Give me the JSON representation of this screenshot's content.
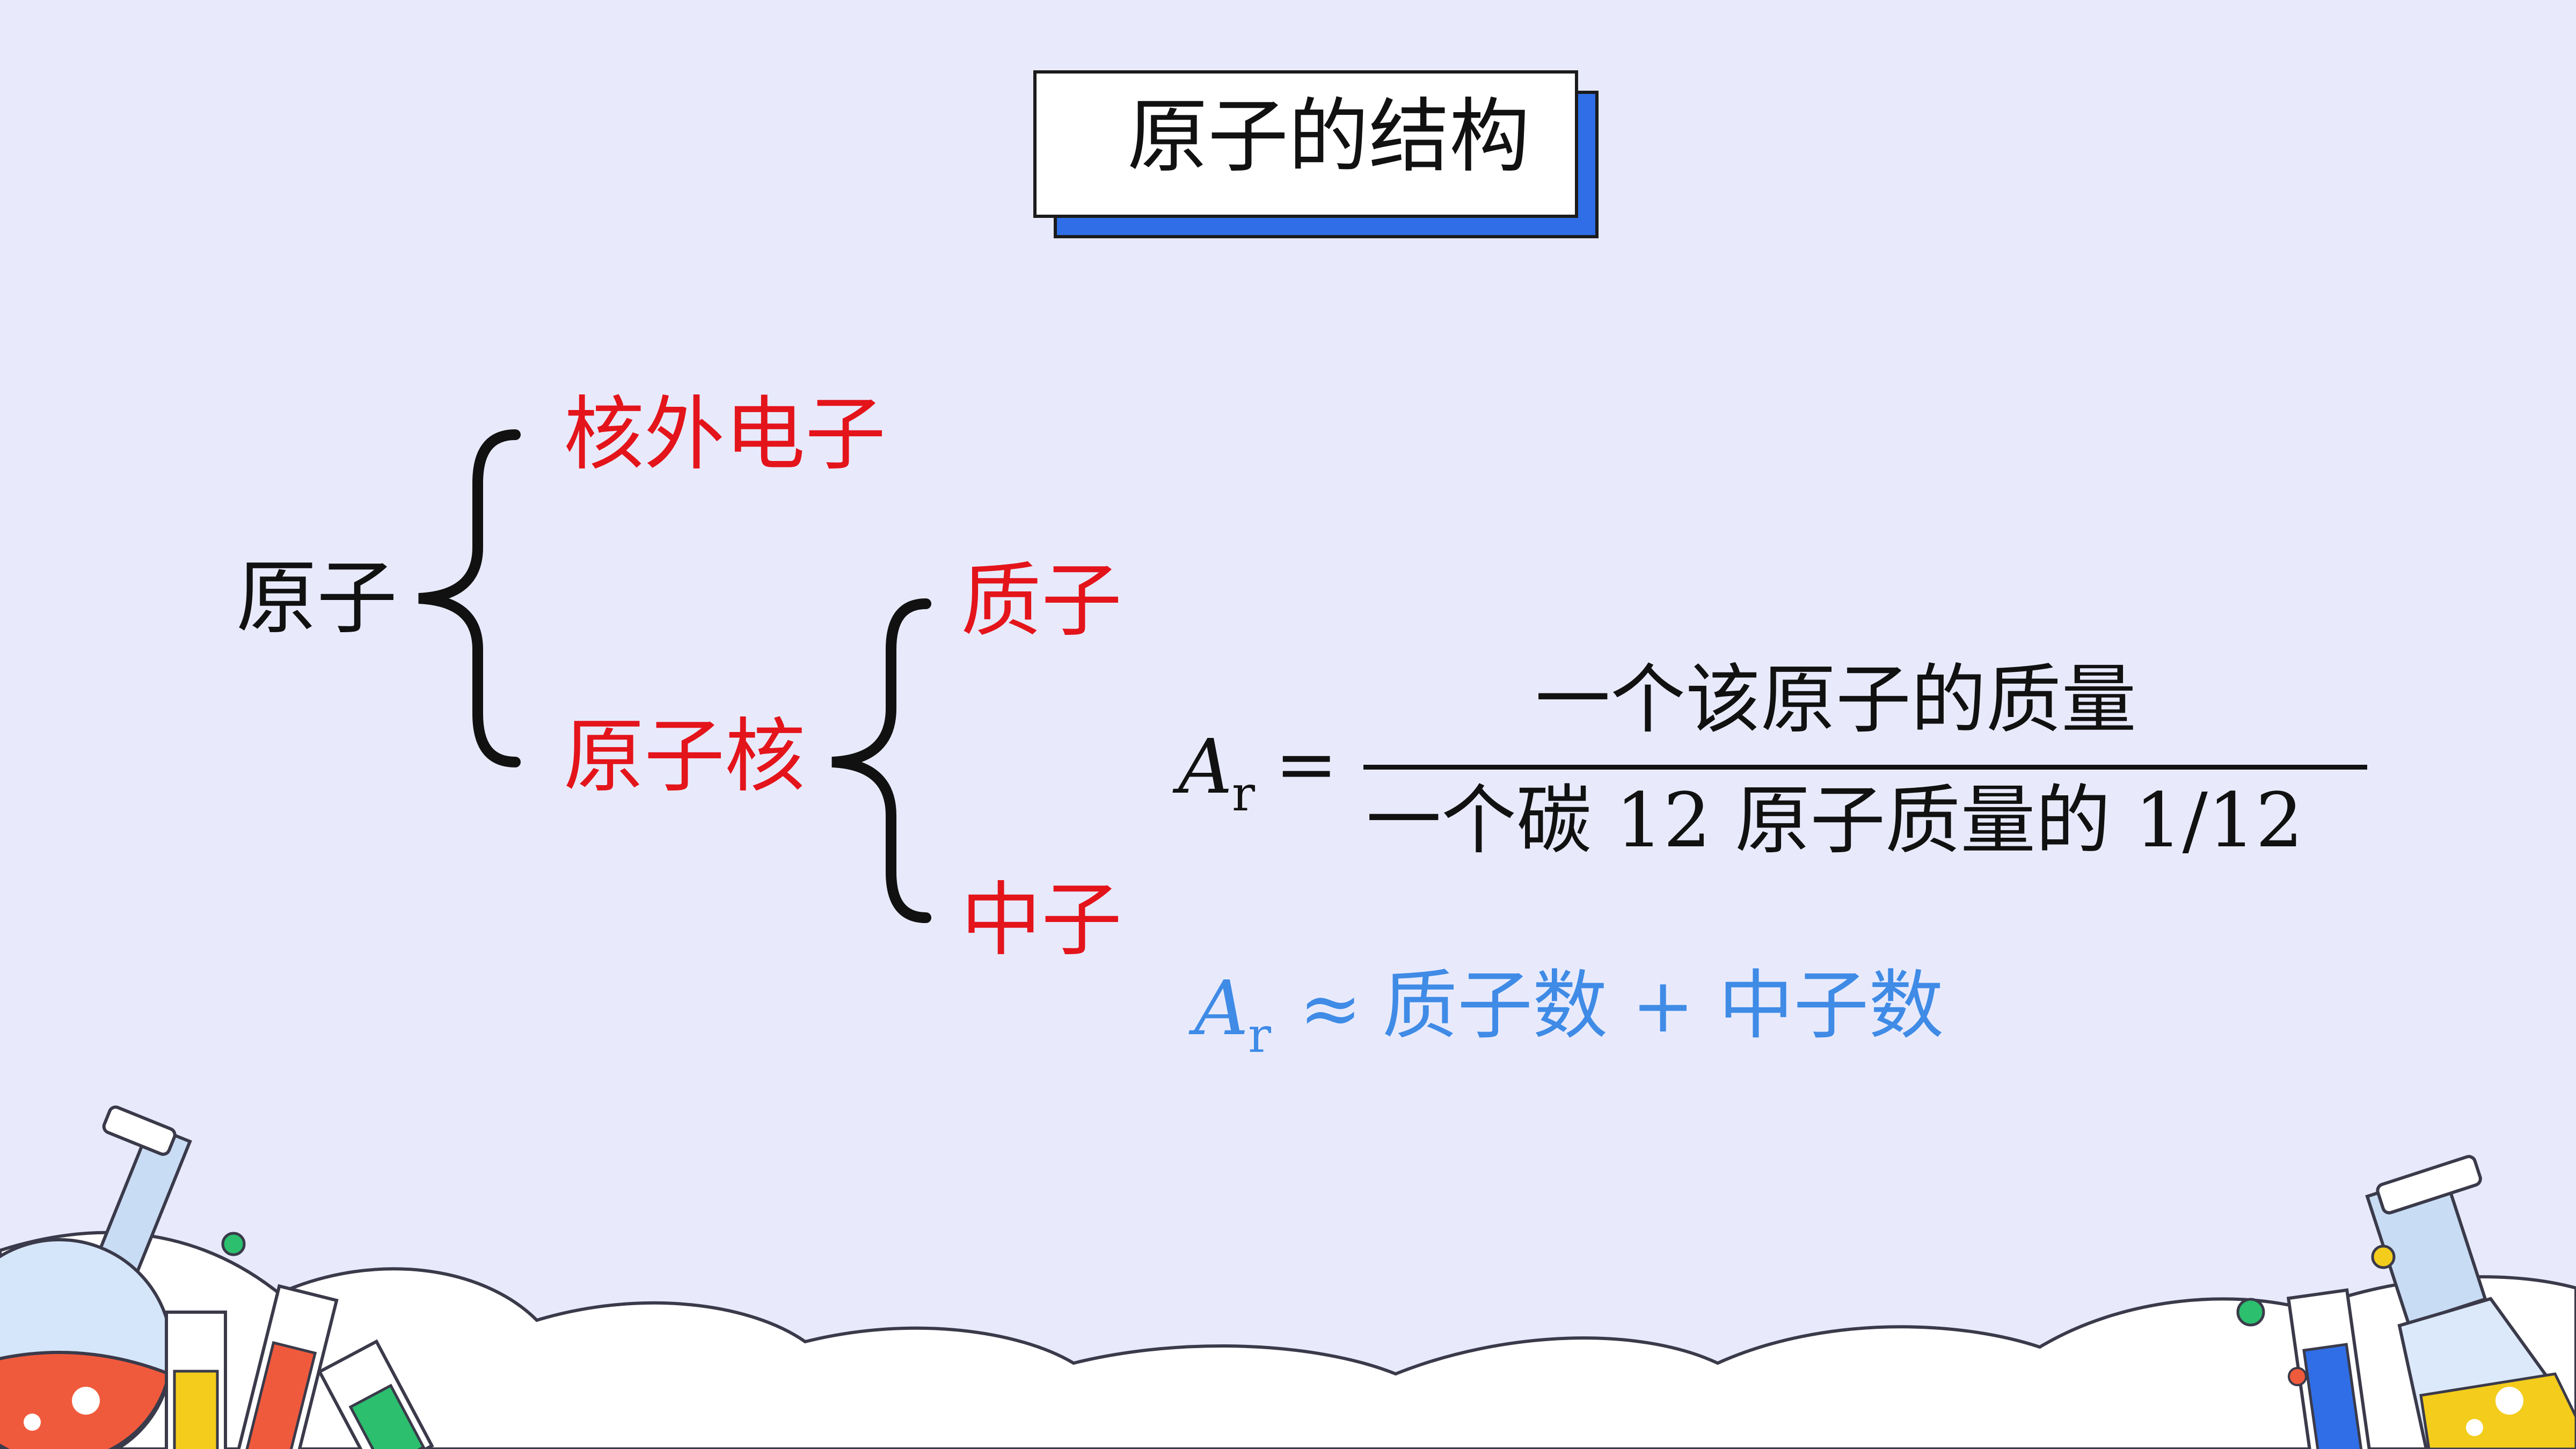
{
  "title": "原子的结构",
  "tree": {
    "root": "原子",
    "child_electron": "核外电子",
    "child_nucleus": "原子核",
    "nucleus_proton": "质子",
    "nucleus_neutron": "中子"
  },
  "formula1": {
    "symbol": "A",
    "subscript": "r",
    "equals": "=",
    "numerator": "一个该原子的质量",
    "denominator": "一个碳 12 原子质量的 1/12"
  },
  "formula2": {
    "symbol": "A",
    "subscript": "r",
    "approx": "≈",
    "expression": "质子数 + 中子数"
  },
  "colors": {
    "background": "#e8eafc",
    "title_accent": "#2f6ee6",
    "red_text": "#e4141b",
    "blue_text": "#3f8be6"
  }
}
